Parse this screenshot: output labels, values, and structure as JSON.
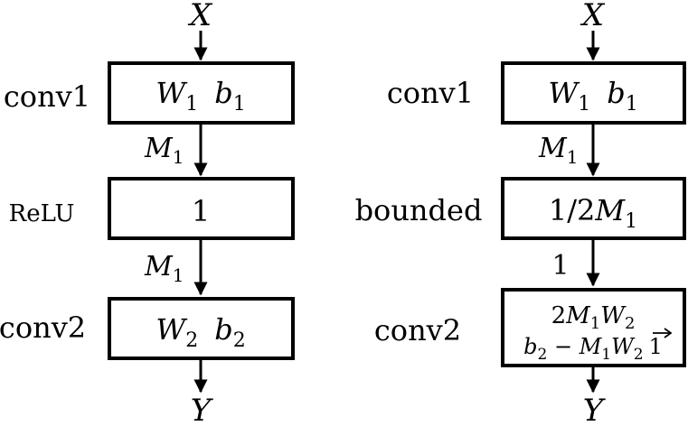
{
  "left": {
    "input": "X",
    "output": "Y",
    "layers": [
      {
        "name": "conv1",
        "content": [
          "W1 b1"
        ]
      },
      {
        "name": "ReLU",
        "content": [
          "1"
        ]
      },
      {
        "name": "conv2",
        "content": [
          "W2 b2"
        ]
      }
    ],
    "edges": [
      "M1",
      "M1"
    ]
  },
  "right": {
    "input": "X",
    "output": "Y",
    "layers": [
      {
        "name": "conv1",
        "content": [
          "W1 b1"
        ]
      },
      {
        "name": "bounded",
        "content": [
          "1/2M1"
        ]
      },
      {
        "name": "conv2",
        "content": [
          "2M1W2",
          "b2 − M1W2 1⃗"
        ]
      }
    ],
    "edges": [
      "M1",
      "1"
    ]
  }
}
